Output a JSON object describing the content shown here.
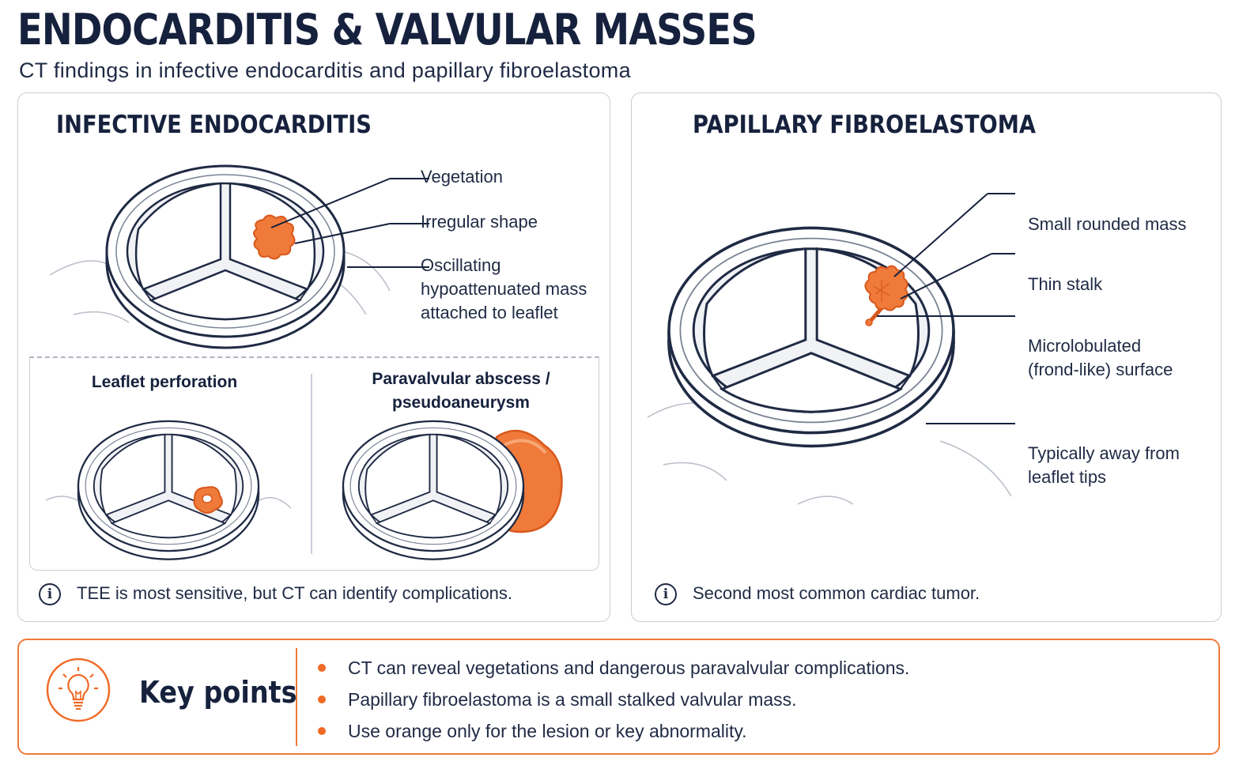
{
  "header": {
    "title": "ENDOCARDITIS & VALVULAR MASSES",
    "subtitle": "CT findings in infective endocarditis and papillary fibroelastoma"
  },
  "infective_endocarditis": {
    "heading": "INFECTIVE ENDOCARDITIS",
    "labels": {
      "vegetation": "Vegetation",
      "irregular": "Irregular shape",
      "oscillating_1": "Oscillating",
      "oscillating_2": "hypoattenuated mass",
      "oscillating_3": "attached to leaflet"
    },
    "complications": {
      "perforation": "Leaflet perforation",
      "abscess_1": "Paravalvular abscess /",
      "abscess_2": "pseudoaneurysm"
    },
    "note": "TEE is most sensitive, but CT can identify complications."
  },
  "papillary_fibroelastoma": {
    "heading": "PAPILLARY FIBROELASTOMA",
    "labels": {
      "rounded": "Small rounded mass",
      "stalk": "Thin stalk",
      "micro_1": "Microlobulated",
      "micro_2": "(frond-like) surface",
      "away_1": "Typically away from",
      "away_2": "leaflet tips"
    },
    "note": "Second most common cardiac tumor."
  },
  "key_points": {
    "title": "Key points",
    "items": [
      "CT can reveal vegetations and dangerous paravalvular complications.",
      "Papillary fibroelastoma is a small stalked valvular mass.",
      "Use orange only for the lesion or key abnormality."
    ]
  },
  "icons": {
    "info": "info-icon",
    "bulb": "lightbulb-icon"
  },
  "colors": {
    "accent": "#ef6a26",
    "navy": "#16213d",
    "border": "#c8cdd6"
  }
}
